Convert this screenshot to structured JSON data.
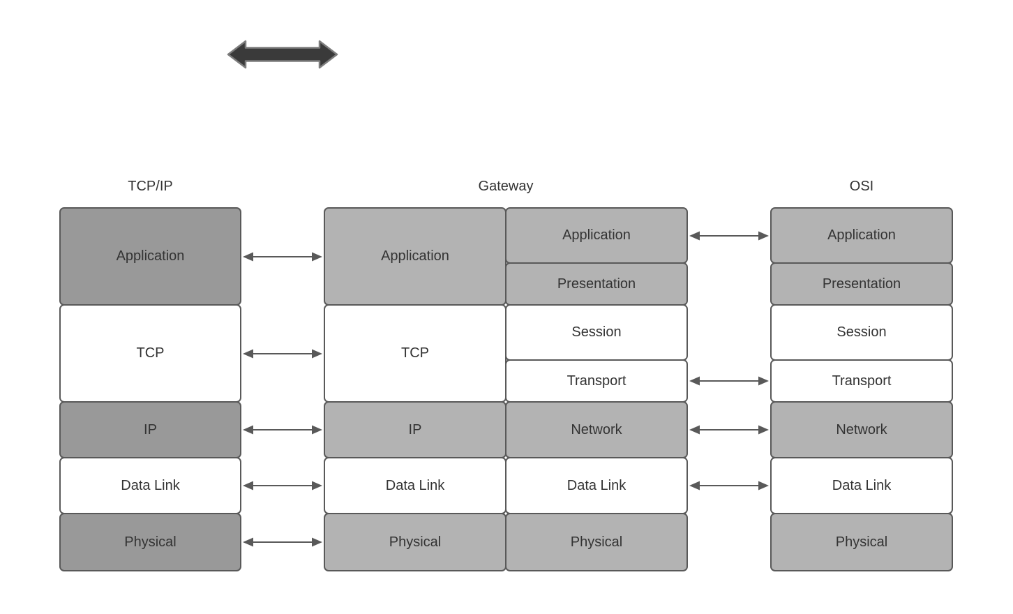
{
  "headers": {
    "tcpip": "TCP/IP",
    "gateway": "Gateway",
    "osi": "OSI"
  },
  "stacks": {
    "tcpip": {
      "rows": [
        {
          "label": "Application"
        },
        {
          "label": "TCP"
        },
        {
          "label": "IP"
        },
        {
          "label": "Data Link"
        },
        {
          "label": "Physical"
        }
      ]
    },
    "gateway_left": {
      "rows": [
        {
          "label": "Application"
        },
        {
          "label": "TCP"
        },
        {
          "label": "IP"
        },
        {
          "label": "Data Link"
        },
        {
          "label": "Physical"
        }
      ]
    },
    "gateway_right": {
      "rows": [
        {
          "label": "Application"
        },
        {
          "label": "Presentation"
        },
        {
          "label": "Session"
        },
        {
          "label": "Transport"
        },
        {
          "label": "Network"
        },
        {
          "label": "Data Link"
        },
        {
          "label": "Physical"
        }
      ]
    },
    "osi": {
      "rows": [
        {
          "label": "Application"
        },
        {
          "label": "Presentation"
        },
        {
          "label": "Session"
        },
        {
          "label": "Transport"
        },
        {
          "label": "Network"
        },
        {
          "label": "Data Link"
        },
        {
          "label": "Physical"
        }
      ]
    }
  },
  "colors": {
    "canvas_bg": "#ffffff",
    "box_border": "#595959",
    "label_text": "#333333",
    "dark_fill": "#999999",
    "light_fill": "#b3b3b3",
    "white_fill": "#ffffff",
    "arrow_stroke": "#595959",
    "thick_arrow_fill": "#3a3a3a",
    "thick_arrow_stroke": "#7d7d7d"
  }
}
